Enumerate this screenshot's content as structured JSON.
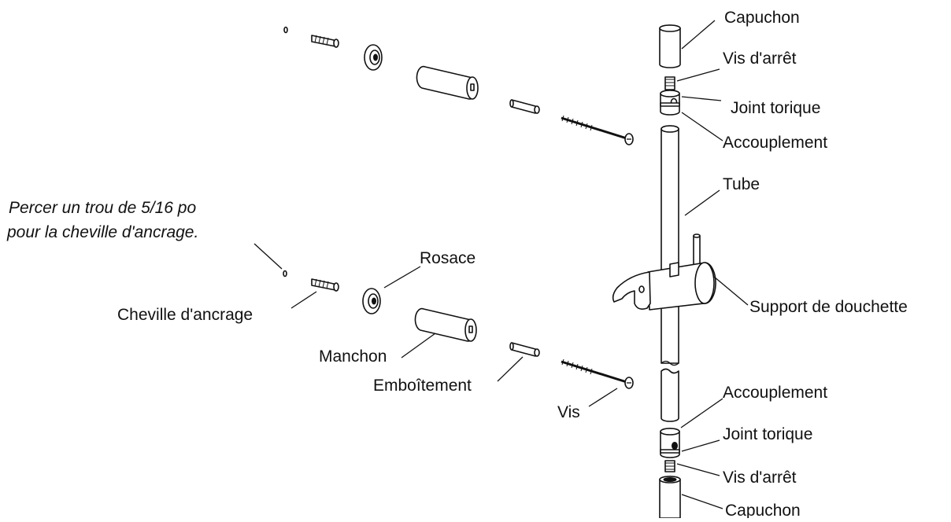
{
  "labels": {
    "capuchon_top": "Capuchon",
    "vis_arret_top": "Vis d'arrêt",
    "joint_torique_top": "Joint torique",
    "accouplement_top": "Accouplement",
    "tube": "Tube",
    "support_douchette": "Support de douchette",
    "rosace": "Rosace",
    "cheville_ancrage": "Cheville d'ancrage",
    "manchon": "Manchon",
    "emboitement": "Emboîtement",
    "vis": "Vis",
    "accouplement_bottom": "Accouplement",
    "joint_torique_bottom": "Joint torique",
    "vis_arret_bottom": "Vis d'arrêt",
    "capuchon_bottom": "Capuchon"
  },
  "note": {
    "line1": "Percer un trou de 5/16 po",
    "line2": "pour la cheville d'ancrage."
  }
}
